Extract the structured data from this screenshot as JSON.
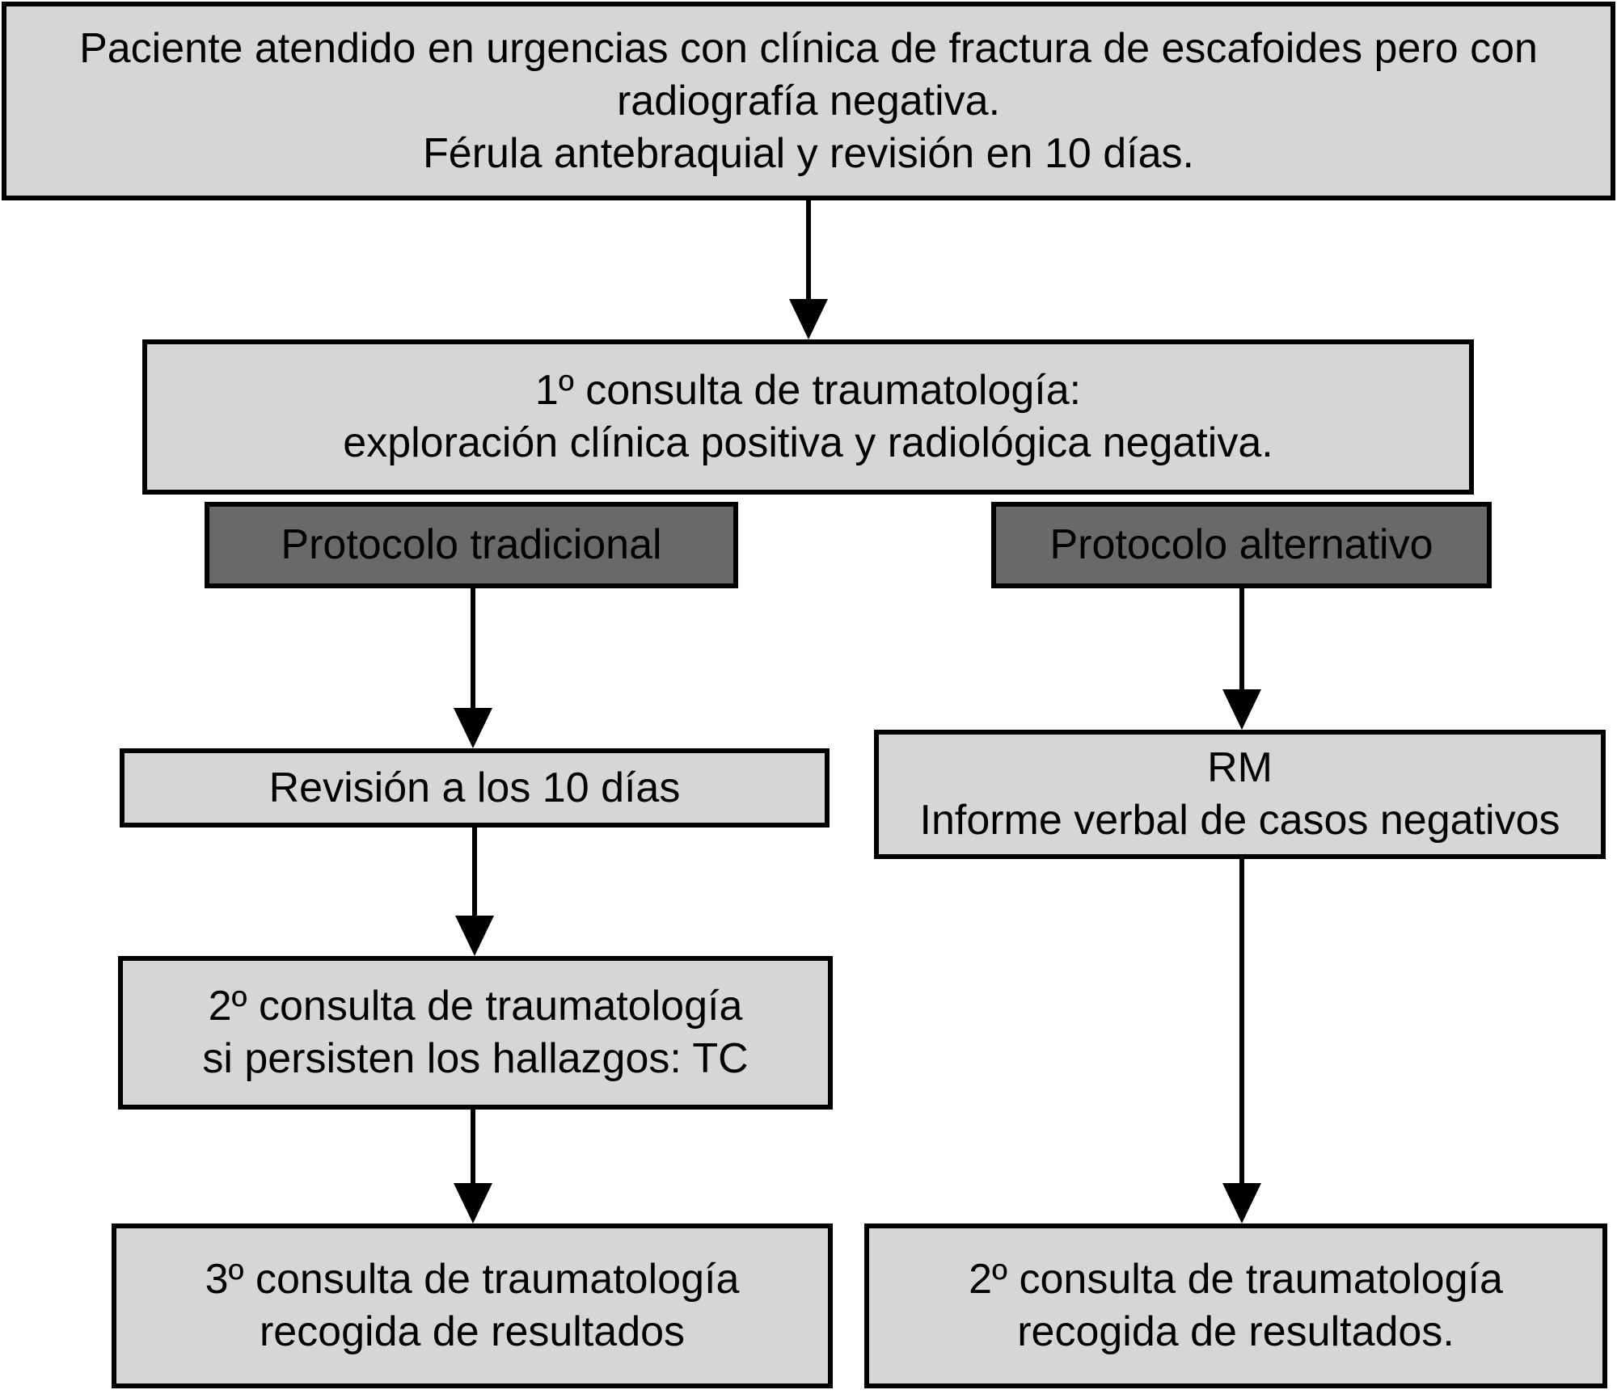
{
  "colors": {
    "page-bg": "#ffffff",
    "node-fill": "#d6d6d6",
    "protocol-fill": "#696969",
    "line-color": "#000000",
    "text-color": "#000000"
  },
  "nodes": {
    "er_visit": {
      "lines": [
        "Paciente atendido en urgencias con clínica de fractura de escafoides pero con",
        "radiografía negativa.",
        "Férula antebraquial y revisión en 10 días."
      ]
    },
    "first_consult": {
      "lines": [
        "1º consulta de traumatología:",
        "exploración clínica positiva y radiológica negativa."
      ]
    },
    "protocol_traditional": {
      "label": "Protocolo tradicional"
    },
    "protocol_alternative": {
      "label": "Protocolo alternativo"
    },
    "review_10_days": {
      "label": "Revisión a los 10 días"
    },
    "second_consult_ct": {
      "lines": [
        "2º consulta de traumatología",
        "si persisten los hallazgos: TC"
      ]
    },
    "third_consult_results": {
      "lines": [
        "3º consulta de traumatología",
        "recogida de resultados"
      ]
    },
    "mri_verbal_report": {
      "lines": [
        "RM",
        "Informe verbal de casos negativos"
      ]
    },
    "second_consult_results": {
      "lines": [
        "2º consulta de traumatología",
        "recogida de resultados."
      ]
    }
  }
}
